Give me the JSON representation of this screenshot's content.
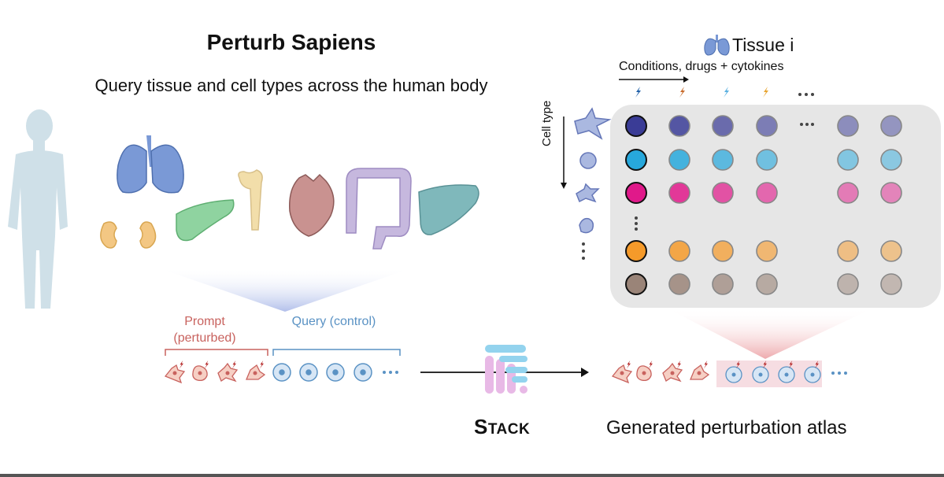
{
  "title": "Perturb Sapiens",
  "subtitle": "Query tissue and cell types across the human body",
  "prompt_label": "Prompt (perturbed)",
  "query_label": "Query (control)",
  "model_label": "STACK",
  "output_label": "Generated perturbation atlas",
  "tissue_label": "Tissue i",
  "conditions_label": "Conditions, drugs + cytokines",
  "cell_type_label": "Cell type",
  "ellipsis": "···",
  "organs": [
    "lungs",
    "kidneys",
    "pancreas",
    "bone",
    "heart",
    "colon",
    "liver"
  ],
  "conditions_icons": [
    "lightning-icon",
    "lightning-icon",
    "lightning-icon",
    "lightning-icon"
  ],
  "condition_colors": [
    "#1f5fa8",
    "#c86a2a",
    "#5ab0e0",
    "#e8a531"
  ],
  "row_colors": [
    "#3a3c96",
    "#27a8dc",
    "#e0198a",
    "#f59a2a",
    "#9a8478"
  ],
  "colors": {
    "body_silhouette": "#cfe0e8",
    "prompt_text": "#c8625e",
    "query_text": "#5a92c4",
    "grid_panel": "#e6e6e6",
    "stack_pink": "#e8b9e6",
    "stack_blue": "#93d3ee"
  }
}
